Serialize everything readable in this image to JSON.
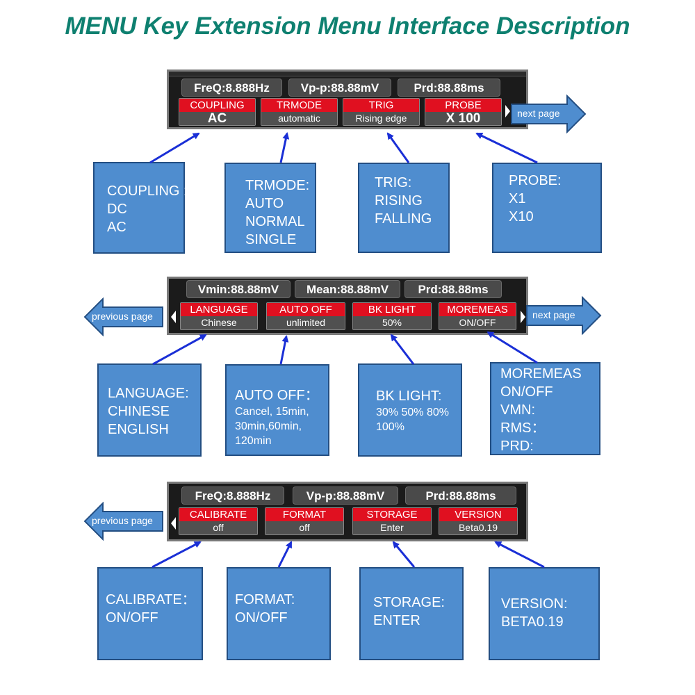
{
  "title": "MENU Key Extension Menu Interface Description",
  "nav": {
    "next": "next page",
    "previous": "previous page"
  },
  "screens": [
    {
      "measures": [
        "FreQ:8.888Hz",
        "Vp-p:88.88mV",
        "Prd:88.88ms"
      ],
      "buttons": [
        {
          "label": "COUPLING",
          "value": "AC"
        },
        {
          "label": "TRMODE",
          "value": "automatic"
        },
        {
          "label": "TRIG",
          "value": "Rising edge"
        },
        {
          "label": "PROBE",
          "value": "X 100"
        }
      ],
      "boxes": [
        {
          "lines": [
            "COUPLING :",
            "DC",
            "AC"
          ]
        },
        {
          "lines": [
            "TRMODE:",
            "AUTO",
            "NORMAL",
            "SINGLE"
          ]
        },
        {
          "lines": [
            "TRIG:",
            "RISING",
            "FALLING"
          ]
        },
        {
          "lines": [
            "PROBE:",
            "X1",
            "X10"
          ]
        }
      ]
    },
    {
      "measures": [
        "Vmin:88.88mV",
        "Mean:88.88mV",
        "Prd:88.88ms"
      ],
      "buttons": [
        {
          "label": "LANGUAGE",
          "value": "Chinese"
        },
        {
          "label": "AUTO OFF",
          "value": "unlimited"
        },
        {
          "label": "BK LIGHT",
          "value": "50%"
        },
        {
          "label": "MOREMEAS",
          "value": "ON/OFF"
        }
      ],
      "boxes": [
        {
          "lines": [
            "LANGUAGE:",
            "CHINESE",
            "ENGLISH"
          ]
        },
        {
          "title": "AUTO OFF：",
          "lines": [
            "Cancel, 15min,",
            "30min,60min,",
            "120min"
          ]
        },
        {
          "title": "BK LIGHT:",
          "lines": [
            "30% 50% 80%",
            "100%"
          ]
        },
        {
          "lines": [
            "MOREMEAS",
            "ON/OFF",
            "VMN:",
            "RMS：",
            "PRD:"
          ]
        }
      ]
    },
    {
      "measures": [
        "FreQ:8.888Hz",
        "Vp-p:88.88mV",
        "Prd:88.88ms"
      ],
      "buttons": [
        {
          "label": "CALIBRATE",
          "value": "off"
        },
        {
          "label": "FORMAT",
          "value": "off"
        },
        {
          "label": "STORAGE",
          "value": "Enter"
        },
        {
          "label": "VERSION",
          "value": "Beta0.19"
        }
      ],
      "boxes": [
        {
          "lines": [
            "CALIBRATE：",
            "ON/OFF"
          ]
        },
        {
          "lines": [
            "FORMAT:",
            "ON/OFF"
          ]
        },
        {
          "lines": [
            "STORAGE:",
            "ENTER"
          ]
        },
        {
          "lines": [
            "VERSION:",
            "BETA0.19"
          ]
        }
      ]
    }
  ],
  "colors": {
    "title": "#0e8070",
    "box_fill": "#4f8dcf",
    "box_border": "#234e82",
    "button_header": "#e01020",
    "arrow": "#1a2fd6"
  }
}
